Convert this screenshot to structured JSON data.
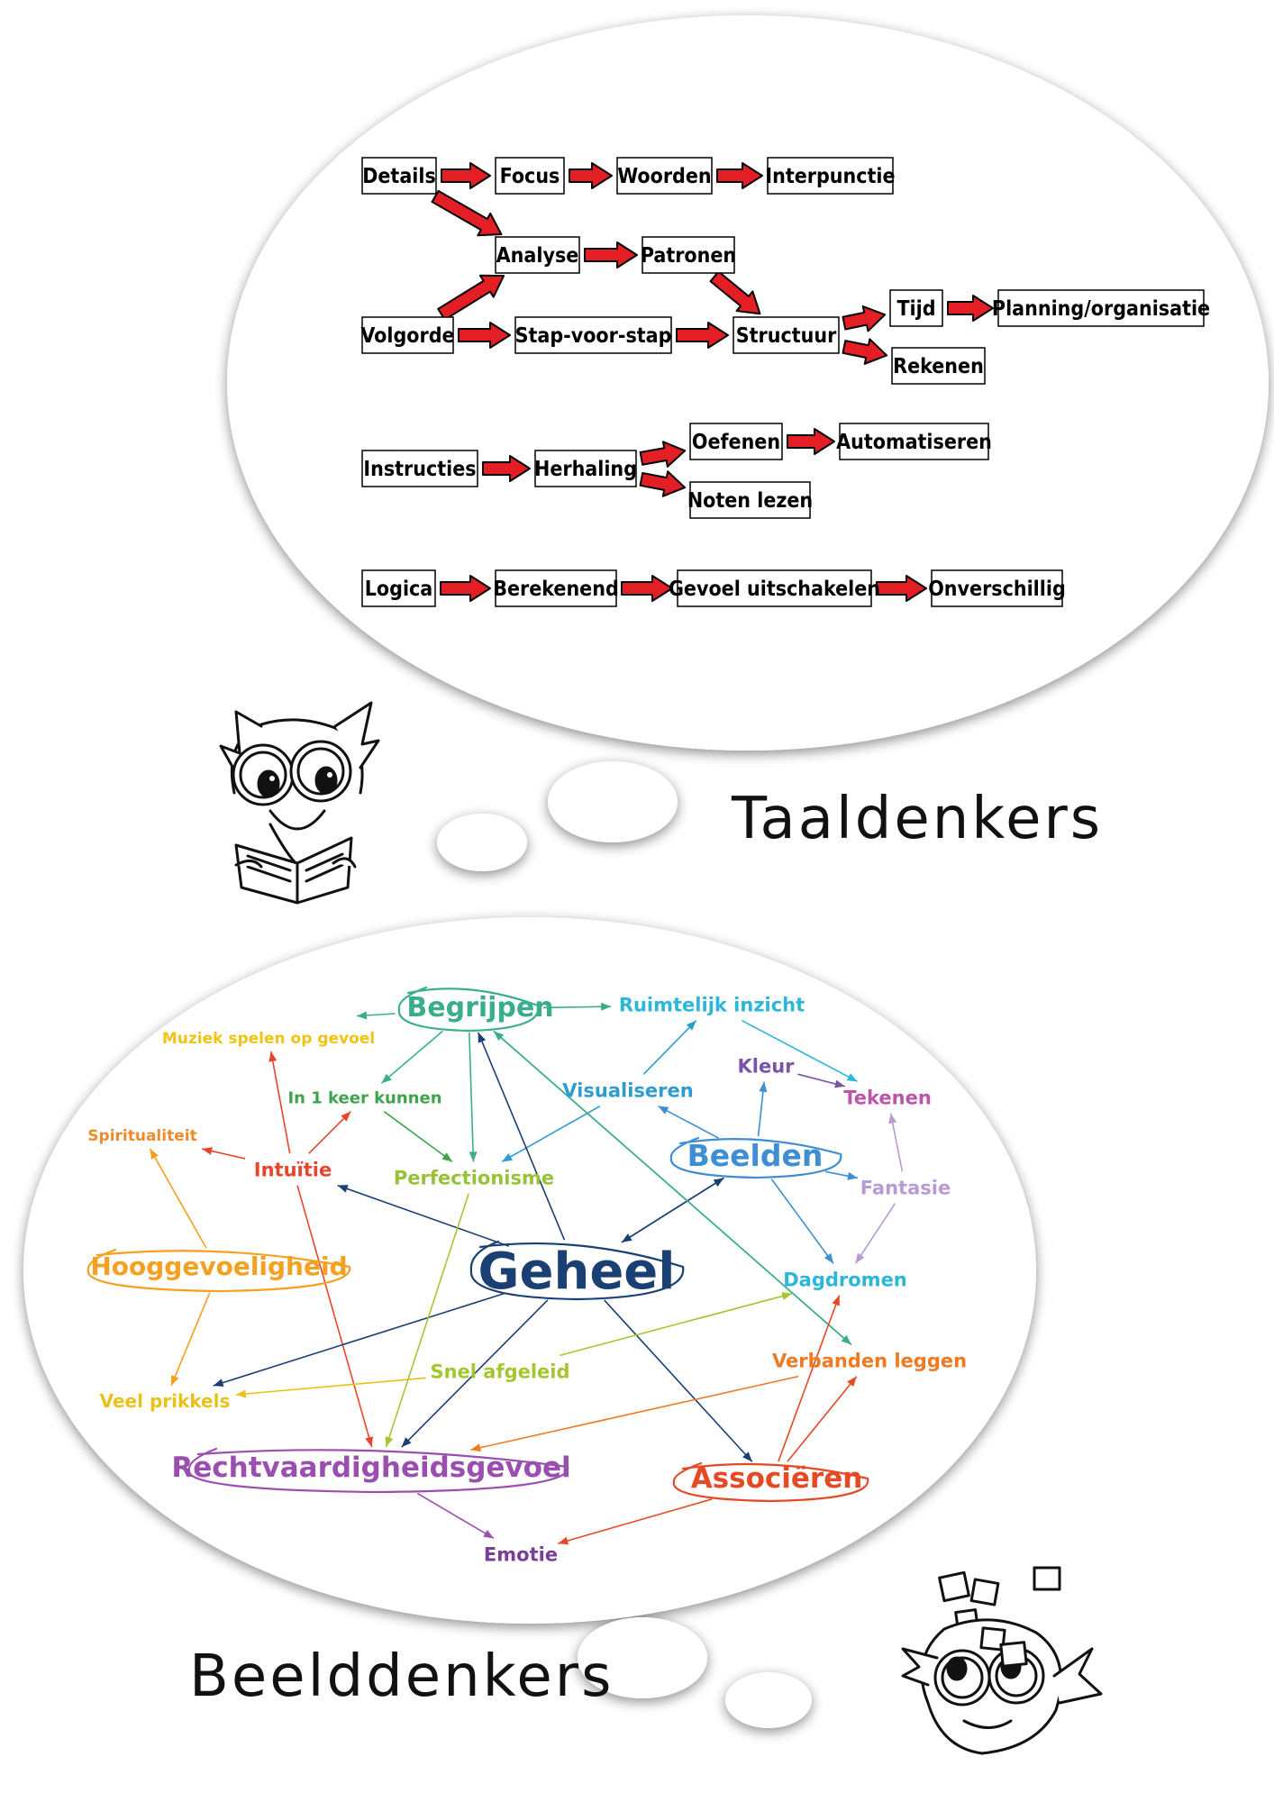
{
  "taaldenkers": {
    "caption": "Taaldenkers",
    "arrow_color": "#e31e24",
    "boxes": {
      "details": "Details",
      "focus": "Focus",
      "woorden": "Woorden",
      "interpunctie": "Interpunctie",
      "analyse": "Analyse",
      "patronen": "Patronen",
      "volgorde": "Volgorde",
      "stap": "Stap-voor-stap",
      "structuur": "Structuur",
      "tijd": "Tijd",
      "planning": "Planning/organisatie",
      "rekenen": "Rekenen",
      "instructies": "Instructies",
      "herhaling": "Herhaling",
      "oefenen": "Oefenen",
      "automatiseren": "Automatiseren",
      "noten": "Noten lezen",
      "logica": "Logica",
      "berekenend": "Berekenend",
      "gevoel": "Gevoel uitschakelen",
      "onverschillig": "Onverschillig"
    },
    "flows": [
      [
        "details",
        "focus"
      ],
      [
        "focus",
        "woorden"
      ],
      [
        "woorden",
        "interpunctie"
      ],
      [
        "details",
        "analyse"
      ],
      [
        "analyse",
        "patronen"
      ],
      [
        "patronen",
        "structuur"
      ],
      [
        "volgorde",
        "analyse"
      ],
      [
        "volgorde",
        "stap"
      ],
      [
        "stap",
        "structuur"
      ],
      [
        "structuur",
        "tijd"
      ],
      [
        "tijd",
        "planning"
      ],
      [
        "structuur",
        "rekenen"
      ],
      [
        "instructies",
        "herhaling"
      ],
      [
        "herhaling",
        "oefenen"
      ],
      [
        "oefenen",
        "automatiseren"
      ],
      [
        "herhaling",
        "noten"
      ],
      [
        "logica",
        "berekenend"
      ],
      [
        "berekenend",
        "gevoel"
      ],
      [
        "gevoel",
        "onverschillig"
      ]
    ]
  },
  "beelddenkers": {
    "caption": "Beelddenkers",
    "nodes": {
      "begrijpen": {
        "label": "Begrijpen",
        "color": "#3aae8c"
      },
      "ruimtelijk": {
        "label": "Ruimtelijk inzicht",
        "color": "#2cb6d8"
      },
      "muziek": {
        "label": "Muziek spelen op gevoel",
        "color": "#f2c215"
      },
      "in1keer": {
        "label": "In 1 keer kunnen",
        "color": "#3fa34d"
      },
      "visualiseren": {
        "label": "Visualiseren",
        "color": "#2e9ccf"
      },
      "kleur": {
        "label": "Kleur",
        "color": "#7a52a8"
      },
      "tekenen": {
        "label": "Tekenen",
        "color": "#bb55a8"
      },
      "spiritualiteit": {
        "label": "Spiritualiteit",
        "color": "#ef8a2c"
      },
      "intuitie": {
        "label": "Intuïtie",
        "color": "#e8452c"
      },
      "perfectionisme": {
        "label": "Perfectionisme",
        "color": "#96c23a"
      },
      "beelden": {
        "label": "Beelden",
        "color": "#3e8ed3"
      },
      "fantasie": {
        "label": "Fantasie",
        "color": "#b99ad3"
      },
      "hooggevoeligheid": {
        "label": "Hooggevoeligheid",
        "color": "#f4a020"
      },
      "geheel": {
        "label": "Geheel",
        "color": "#1a3f73"
      },
      "dagdromen": {
        "label": "Dagdromen",
        "color": "#2cb6d8"
      },
      "verbanden": {
        "label": "Verbanden leggen",
        "color": "#ef7a22"
      },
      "snel": {
        "label": "Snel afgeleid",
        "color": "#a5c62f"
      },
      "veel": {
        "label": "Veel prikkels",
        "color": "#e8c21a"
      },
      "rechtvaardigheid": {
        "label": "Rechtvaardigheidsgevoel",
        "color": "#9a4fb0"
      },
      "associeren": {
        "label": "Associëren",
        "color": "#e54a24"
      },
      "emotie": {
        "label": "Emotie",
        "color": "#7a3e9a"
      }
    },
    "links": [
      {
        "from": "begrijpen",
        "to": "ruimtelijk",
        "color": "#3aae8c"
      },
      {
        "from": "begrijpen",
        "to": "muziek_side",
        "color": "#3aae8c"
      },
      {
        "from": "begrijpen",
        "to": "in1keer",
        "color": "#3aae8c"
      },
      {
        "from": "begrijpen",
        "to": "perfectionisme",
        "color": "#3aae8c"
      },
      {
        "from": "ruimtelijk",
        "to": "tekenen",
        "color": "#2cb6d8"
      },
      {
        "from": "visualiseren",
        "to": "ruimtelijk",
        "color": "#2e9ccf"
      },
      {
        "from": "visualiseren",
        "to": "perfectionisme",
        "color": "#2e9ccf"
      },
      {
        "from": "beelden",
        "to": "visualiseren",
        "color": "#3e8ed3"
      },
      {
        "from": "beelden",
        "to": "kleur",
        "color": "#3e8ed3"
      },
      {
        "from": "kleur",
        "to": "tekenen",
        "color": "#7a52a8"
      },
      {
        "from": "beelden",
        "to": "fantasie",
        "color": "#3e8ed3"
      },
      {
        "from": "fantasie",
        "to": "tekenen",
        "color": "#b99ad3"
      },
      {
        "from": "fantasie",
        "to": "dagdromen",
        "color": "#b99ad3"
      },
      {
        "from": "beelden",
        "to": "dagdromen",
        "color": "#3e8ed3"
      },
      {
        "from": "in1keer",
        "to": "perfectionisme",
        "color": "#3fa34d"
      },
      {
        "from": "intuitie",
        "to": "in1keer",
        "color": "#e8452c"
      },
      {
        "from": "intuitie",
        "to": "muziek",
        "color": "#e8452c"
      },
      {
        "from": "intuitie",
        "to": "spiritualiteit",
        "color": "#e8452c"
      },
      {
        "from": "intuitie",
        "to": "rechtvaardigheid",
        "color": "#e8452c"
      },
      {
        "from": "hooggevoeligheid",
        "to": "spiritualiteit",
        "color": "#f4a020"
      },
      {
        "from": "hooggevoeligheid",
        "to": "veel",
        "color": "#f4a020"
      },
      {
        "from": "geheel",
        "to": "intuitie",
        "color": "#1a3f73"
      },
      {
        "from": "geheel",
        "to": "begrijpen",
        "color": "#1a3f73"
      },
      {
        "from": "geheel",
        "to": "beelden",
        "color": "#1a3f73"
      },
      {
        "from": "beelden",
        "to": "geheel",
        "color": "#1a3f73"
      },
      {
        "from": "geheel",
        "to": "veel",
        "color": "#1a3f73"
      },
      {
        "from": "geheel",
        "to": "rechtvaardigheid",
        "color": "#1a3f73"
      },
      {
        "from": "geheel",
        "to": "associeren",
        "color": "#1a3f73"
      },
      {
        "from": "verbanden",
        "to": "begrijpen",
        "color": "#3aae8c"
      },
      {
        "from": "begrijpen",
        "to": "verbanden",
        "color": "#3aae8c"
      },
      {
        "from": "snel",
        "to": "dagdromen",
        "color": "#a5c62f"
      },
      {
        "from": "snel",
        "to": "veel",
        "color": "#e8c21a"
      },
      {
        "from": "perfectionisme",
        "to": "rechtvaardigheid",
        "color": "#a5c62f"
      },
      {
        "from": "verbanden",
        "to": "rechtvaardigheid",
        "color": "#ef7a22"
      },
      {
        "from": "associeren",
        "to": "verbanden",
        "color": "#e54a24"
      },
      {
        "from": "associeren",
        "to": "dagdromen",
        "color": "#e54a24"
      },
      {
        "from": "associeren",
        "to": "emotie",
        "color": "#e54a24"
      },
      {
        "from": "rechtvaardigheid",
        "to": "emotie",
        "color": "#9a4fb0"
      }
    ]
  }
}
